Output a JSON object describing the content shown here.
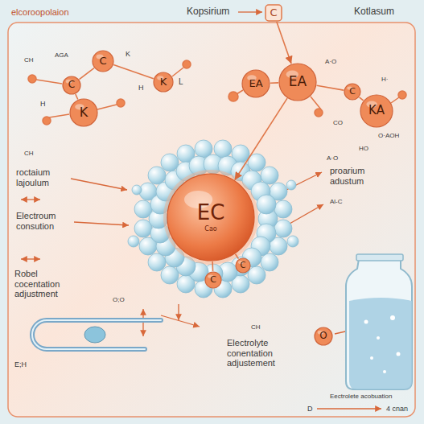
{
  "diagram": {
    "title": "elcoroopolaion",
    "nodes": [
      {
        "text": [
          "C"
        ]
      },
      {
        "text": [
          "C"
        ]
      },
      {
        "text": [
          "C"
        ]
      },
      {
        "text": [
          "K"
        ]
      },
      {
        "text": [
          "EA"
        ]
      },
      {
        "text": [
          "EA"
        ]
      },
      {
        "text": [
          "C"
        ]
      },
      {
        "text": [
          "K"
        ]
      },
      {
        "text": [
          "KA"
        ]
      },
      {
        "text": [
          "EC",
          "Cao"
        ]
      },
      {
        "text": [
          "C"
        ]
      },
      {
        "text": [
          "C"
        ]
      },
      {
        "text": [
          "O"
        ]
      }
    ],
    "edges": [
      {
        "from": 0,
        "to": 5,
        "arrow": "to"
      },
      {
        "from": 1,
        "to": 2,
        "arrow": "none"
      },
      {
        "from": 1,
        "to": 3,
        "arrow": "none"
      },
      {
        "from": 2,
        "to": 7,
        "arrow": "none"
      },
      {
        "from": 4,
        "to": 5,
        "arrow": "none"
      },
      {
        "from": 5,
        "to": 6,
        "arrow": "none"
      },
      {
        "from": 6,
        "to": 8,
        "arrow": "none"
      },
      {
        "from": 5,
        "to": 9,
        "arrow": "to"
      },
      {
        "from": 9,
        "to": 10,
        "arrow": "none"
      },
      {
        "from": 9,
        "to": 11,
        "arrow": "none"
      }
    ],
    "labels": [
      "Kopsirium",
      "Kotlasum",
      "CH",
      "AGA",
      "H",
      "K",
      "H",
      "L",
      "A·O",
      "H·",
      "CO",
      "O·AOH",
      "HO",
      "CH",
      "roctaium lajoulum",
      "Electroum consution",
      "Robel cocentation adjustment",
      "O;O",
      "E;H",
      "A·O",
      "proarium adustum",
      "Al-C",
      "CH",
      "Electrolyte conentation adjustement",
      "Eectrolete acobuation",
      "D",
      "4 cnan"
    ]
  }
}
